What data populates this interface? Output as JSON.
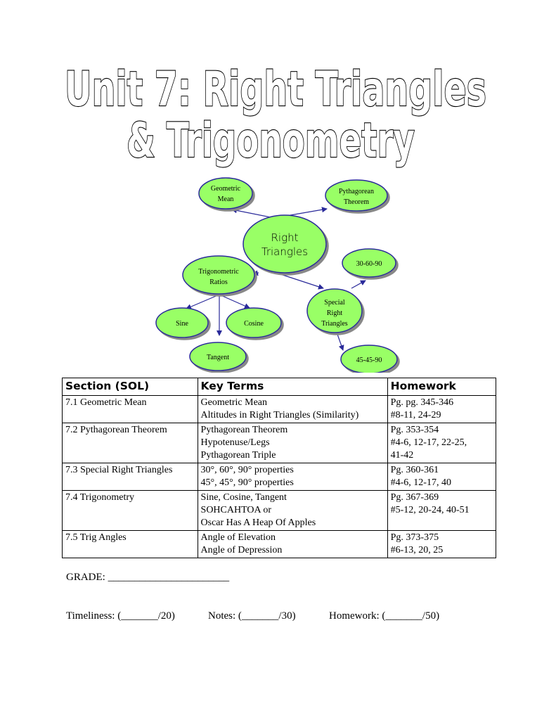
{
  "title": {
    "line1": "Unit 7:  Right Triangles",
    "line2": "& Trigonometry"
  },
  "concept_map": {
    "center": {
      "line1": "Right",
      "line2": "Triangles"
    },
    "geometric_mean": {
      "line1": "Geometric",
      "line2": "Mean"
    },
    "pythagorean": {
      "line1": "Pythagorean",
      "line2": "Theorem"
    },
    "trig_ratios": {
      "line1": "Trigonometric",
      "line2": "Ratios"
    },
    "special": {
      "line1": "Special",
      "line2": "Right",
      "line3": "Triangles"
    },
    "thirty_sixty": "30-60-90",
    "forty_five": "45-45-90",
    "sine": "Sine",
    "cosine": "Cosine",
    "tangent": "Tangent",
    "node_fill": "#99ff66",
    "node_stroke": "#2a2a9a",
    "arrow_color": "#2a2a9a"
  },
  "table": {
    "headers": [
      "Section (SOL)",
      "Key Terms",
      "Homework"
    ],
    "rows": [
      {
        "section": "7.1 Geometric Mean",
        "terms": [
          "Geometric Mean",
          "Altitudes in Right Triangles (Similarity)"
        ],
        "homework": [
          "Pg. pg. 345-346",
          "#8-11, 24-29"
        ]
      },
      {
        "section": "7.2 Pythagorean Theorem",
        "terms": [
          "Pythagorean Theorem",
          "Hypotenuse/Legs",
          "Pythagorean Triple"
        ],
        "homework": [
          "Pg. 353-354",
          "#4-6, 12-17, 22-25,",
          "41-42"
        ]
      },
      {
        "section": "7.3 Special Right Triangles",
        "terms": [
          "30°, 60°, 90° properties",
          "45°, 45°, 90° properties"
        ],
        "homework": [
          "Pg. 360-361",
          "#4-6, 12-17, 40"
        ]
      },
      {
        "section": "7.4 Trigonometry",
        "terms": [
          "Sine, Cosine, Tangent",
          "SOHCAHTOA or",
          "Oscar Has A Heap Of Apples"
        ],
        "homework": [
          "Pg. 367-369",
          "#5-12, 20-24, 40-51"
        ]
      },
      {
        "section": "7.5 Trig Angles",
        "terms": [
          "Angle of Elevation",
          "Angle of Depression"
        ],
        "homework": [
          "Pg. 373-375",
          "#6-13, 20, 25"
        ]
      }
    ]
  },
  "grade": "GRADE:  _______________________",
  "scores": {
    "timeliness": "Timeliness:  (_______/20)",
    "notes": "Notes:  (_______/30)",
    "homework": "Homework:  (_______/50)"
  }
}
